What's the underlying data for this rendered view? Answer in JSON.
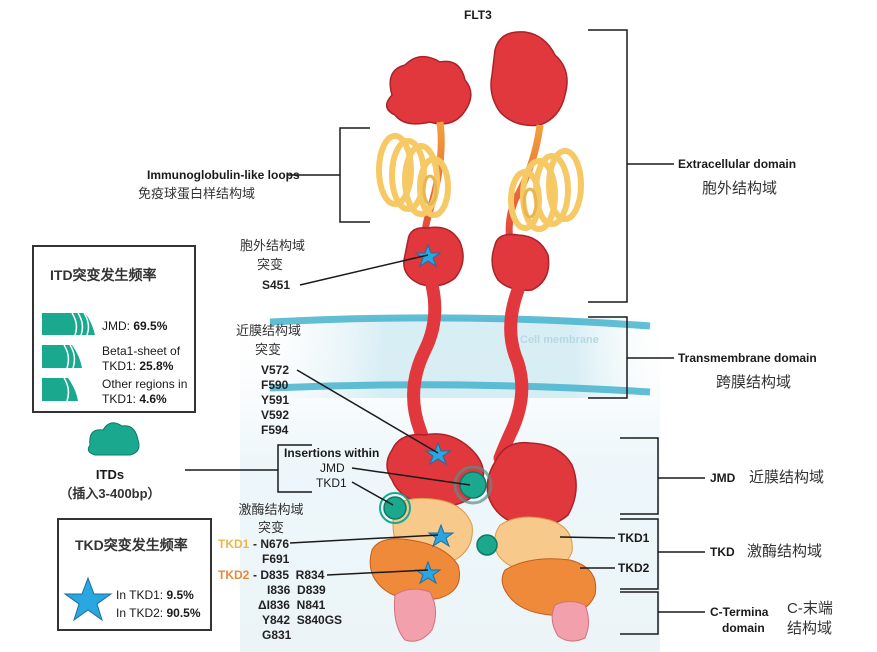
{
  "title": "FLT3",
  "left_annotations": {
    "ig_loops_en": "Immunoglobulin-like loops",
    "ig_loops_zh": "免疫球蛋白样结构域",
    "extracellular_mut_zh_1": "胞外结构域",
    "extracellular_mut_zh_2": "突变",
    "extracellular_mut_site": "S451",
    "jm_mut_zh_1": "近膜结构域",
    "jm_mut_zh_2": "突变",
    "jm_mut_sites": [
      "V572",
      "F590",
      "Y591",
      "V592",
      "F594"
    ],
    "insertions_title": "Insertions within",
    "insertions_jmd": "JMD",
    "insertions_tkd1": "TKD1",
    "kinase_mut_zh_1": "激酶结构域",
    "kinase_mut_zh_2": "突变",
    "tkd1_tag": "TKD1",
    "tkd1_sites": [
      "- N676",
      "F691"
    ],
    "tkd2_tag": "TKD2",
    "tkd2_sites": [
      "- D835  R834",
      "I836  D839",
      "ΔI836  N841",
      "Y842  S840GS",
      "G831"
    ]
  },
  "itd_box": {
    "title": "ITD突变发生频率",
    "items": [
      {
        "label": "JMD: ",
        "value": "69.5%"
      },
      {
        "label": "Beta1-sheet of TKD1: ",
        "value": "25.8%"
      },
      {
        "label": "Other regions in TKD1: ",
        "value": "4.6%"
      }
    ]
  },
  "itds": {
    "label": "ITDs",
    "sublabel": "（插入3-400bp）"
  },
  "tkd_box": {
    "title": "TKD突变发生频率",
    "items": [
      {
        "label": "In TKD1: ",
        "value": "9.5%"
      },
      {
        "label": "In TKD2: ",
        "value": "90.5%"
      }
    ]
  },
  "membrane_label": "Cell membrane",
  "right_annotations": {
    "extracellular_en": "Extracellular domain",
    "extracellular_zh": "胞外结构域",
    "transmembrane_en": "Transmembrane domain",
    "transmembrane_zh": "跨膜结构域",
    "jmd_en": "JMD",
    "jmd_zh": "近膜结构域",
    "tkd1": "TKD1",
    "tkd2": "TKD2",
    "tkd_en": "TKD",
    "tkd_zh": "激酶结构域",
    "cterm_en_1": "C-Termina",
    "cterm_en_2": "domain",
    "cterm_zh_1": "C-末端",
    "cterm_zh_2": "结构域"
  },
  "colors": {
    "protein_red": "#e0383c",
    "loop_yellow": "#f6c965",
    "tkd1_color": "#f7c98a",
    "tkd2_color": "#ef8a3a",
    "cterm_pink": "#f2a0ab",
    "itd_teal": "#1aa88e",
    "star_blue": "#2aa6e0",
    "membrane_blue": "#5cbfd3",
    "tkd1_tag": "#e8b84a",
    "tkd2_tag": "#e88a35"
  }
}
